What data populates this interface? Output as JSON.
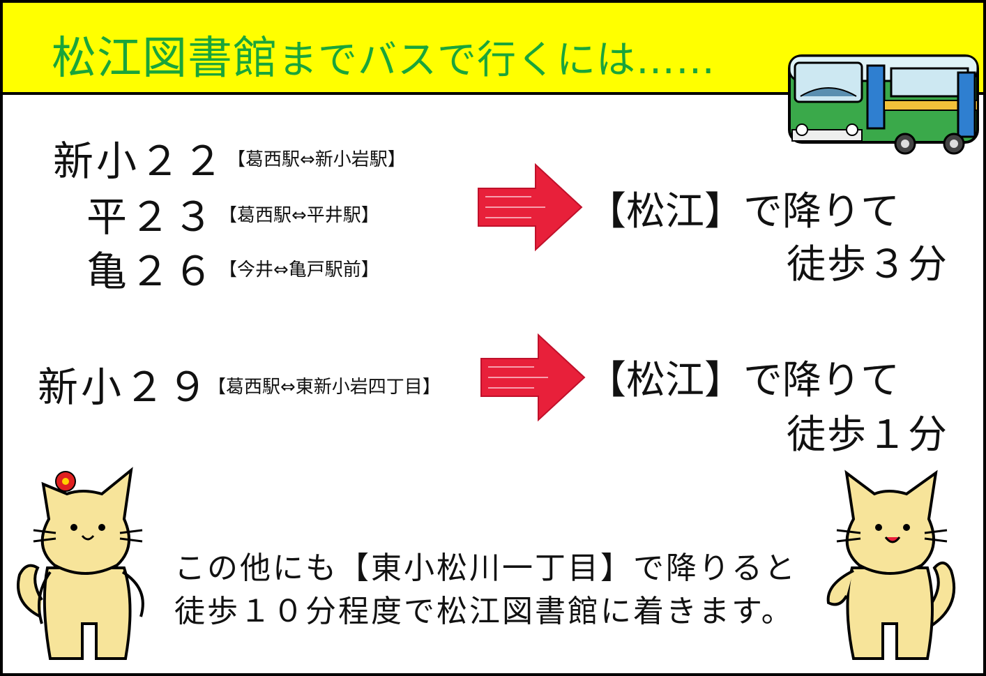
{
  "title": {
    "main": "松江図書館",
    "rest": "までバスで行くには……"
  },
  "route_group_1": {
    "routes": [
      {
        "name": "新小２２",
        "stops": "【葛西駅⇔新小岩駅】"
      },
      {
        "name": "平２３",
        "stops": "【葛西駅⇔平井駅】"
      },
      {
        "name": "亀２６",
        "stops": "【今井⇔亀戸駅前】"
      }
    ],
    "stop_label": "【松江】で降りて",
    "walk": "徒歩３分"
  },
  "route_group_2": {
    "routes": [
      {
        "name": "新小２９",
        "stops": "【葛西駅⇔東新小岩四丁目】"
      }
    ],
    "stop_label": "【松江】で降りて",
    "walk": "徒歩１分"
  },
  "note": {
    "line1": "この他にも【東小松川一丁目】で降りると",
    "line2": "徒歩１０分程度で松江図書館に着きます。"
  },
  "colors": {
    "header_bg": "#ffff00",
    "title": "#1aa53a",
    "arrow": "#e8203a",
    "cat": "#f7e49a",
    "bus_green": "#3aa94a",
    "bus_blue": "#2f7fd0"
  },
  "icons": [
    "bus-illustration",
    "red-arrow",
    "cat-mascot-with-flower",
    "cat-mascot"
  ]
}
